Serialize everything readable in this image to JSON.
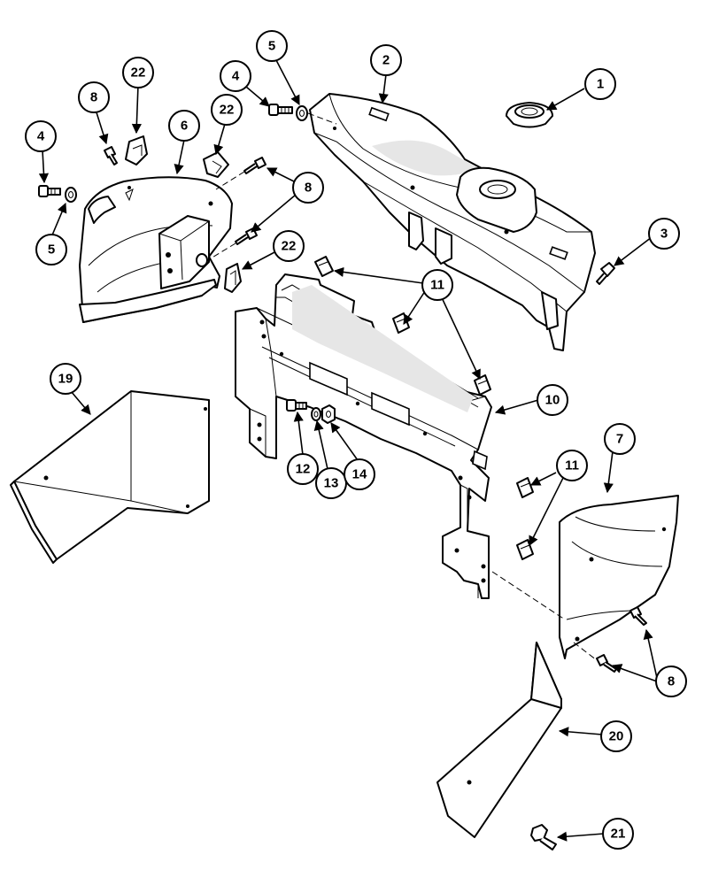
{
  "diagram": {
    "callouts": [
      {
        "id": "c1",
        "label": "1"
      },
      {
        "id": "c2",
        "label": "2"
      },
      {
        "id": "c3",
        "label": "3"
      },
      {
        "id": "c4a",
        "label": "4"
      },
      {
        "id": "c4b",
        "label": "4"
      },
      {
        "id": "c5a",
        "label": "5"
      },
      {
        "id": "c5b",
        "label": "5"
      },
      {
        "id": "c6",
        "label": "6"
      },
      {
        "id": "c7",
        "label": "7"
      },
      {
        "id": "c8a",
        "label": "8"
      },
      {
        "id": "c8b",
        "label": "8"
      },
      {
        "id": "c8c",
        "label": "8"
      },
      {
        "id": "c10",
        "label": "10"
      },
      {
        "id": "c11a",
        "label": "11"
      },
      {
        "id": "c11b",
        "label": "11"
      },
      {
        "id": "c12",
        "label": "12"
      },
      {
        "id": "c13",
        "label": "13"
      },
      {
        "id": "c14",
        "label": "14"
      },
      {
        "id": "c19",
        "label": "19"
      },
      {
        "id": "c20",
        "label": "20"
      },
      {
        "id": "c21",
        "label": "21"
      },
      {
        "id": "c22a",
        "label": "22"
      },
      {
        "id": "c22b",
        "label": "22"
      },
      {
        "id": "c22c",
        "label": "22"
      }
    ]
  }
}
